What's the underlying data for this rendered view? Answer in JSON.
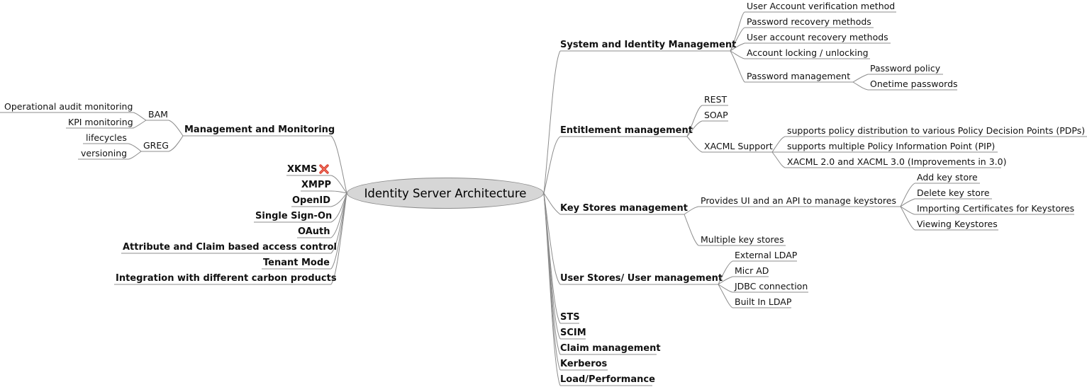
{
  "root": "Identity Server Architecture",
  "right": {
    "sim": {
      "label": "System and Identity Management",
      "children": [
        "User Account verification method",
        "Password recovery methods",
        "User account recovery methods",
        "Account locking / unlocking",
        "Password management"
      ],
      "password_management": [
        "Password policy",
        "Onetime passwords"
      ]
    },
    "entitlement": {
      "label": "Entitlement management",
      "children": [
        "REST",
        "SOAP",
        "XACML Support"
      ],
      "xacml": [
        "supports policy distribution to various Policy Decision Points (PDPs)",
        "supports multiple Policy Information Point (PIP)",
        "XACML 2.0 and XACML 3.0 (Improvements in 3.0)"
      ]
    },
    "keystores": {
      "label": "Key Stores management",
      "children": [
        "Provides UI and an API to manage keystores",
        "Multiple key stores"
      ],
      "ui_api": [
        "Add key store",
        "Delete key store",
        "Importing Certificates for Keystores",
        "Viewing Keystores"
      ]
    },
    "userstores": {
      "label": "User Stores/ User management",
      "children": [
        "External LDAP",
        "Micr AD",
        "JDBC connection",
        "Built In LDAP"
      ]
    },
    "others": [
      "STS",
      "SCIM",
      "Claim management",
      "Kerberos",
      "Load/Performance"
    ]
  },
  "left": {
    "mgmt": {
      "label": "Management and Monitoring",
      "bam": "BAM",
      "bam_children": [
        "Operational audit monitoring",
        "KPI monitoring"
      ],
      "greg": "GREG",
      "greg_children": [
        "lifecycles",
        "versioning"
      ]
    },
    "others": [
      "XKMS",
      "XMPP",
      "OpenID",
      "Single Sign-On",
      "OAuth",
      "Attribute and Claim based access control",
      "Tenant Mode",
      "Integration with different carbon products"
    ]
  },
  "colors": {
    "line": "#8c8c8c",
    "root_fill": "#d6d6d6",
    "icon": "#d83a2a"
  },
  "icons": {
    "xkms": "red-x-icon"
  }
}
